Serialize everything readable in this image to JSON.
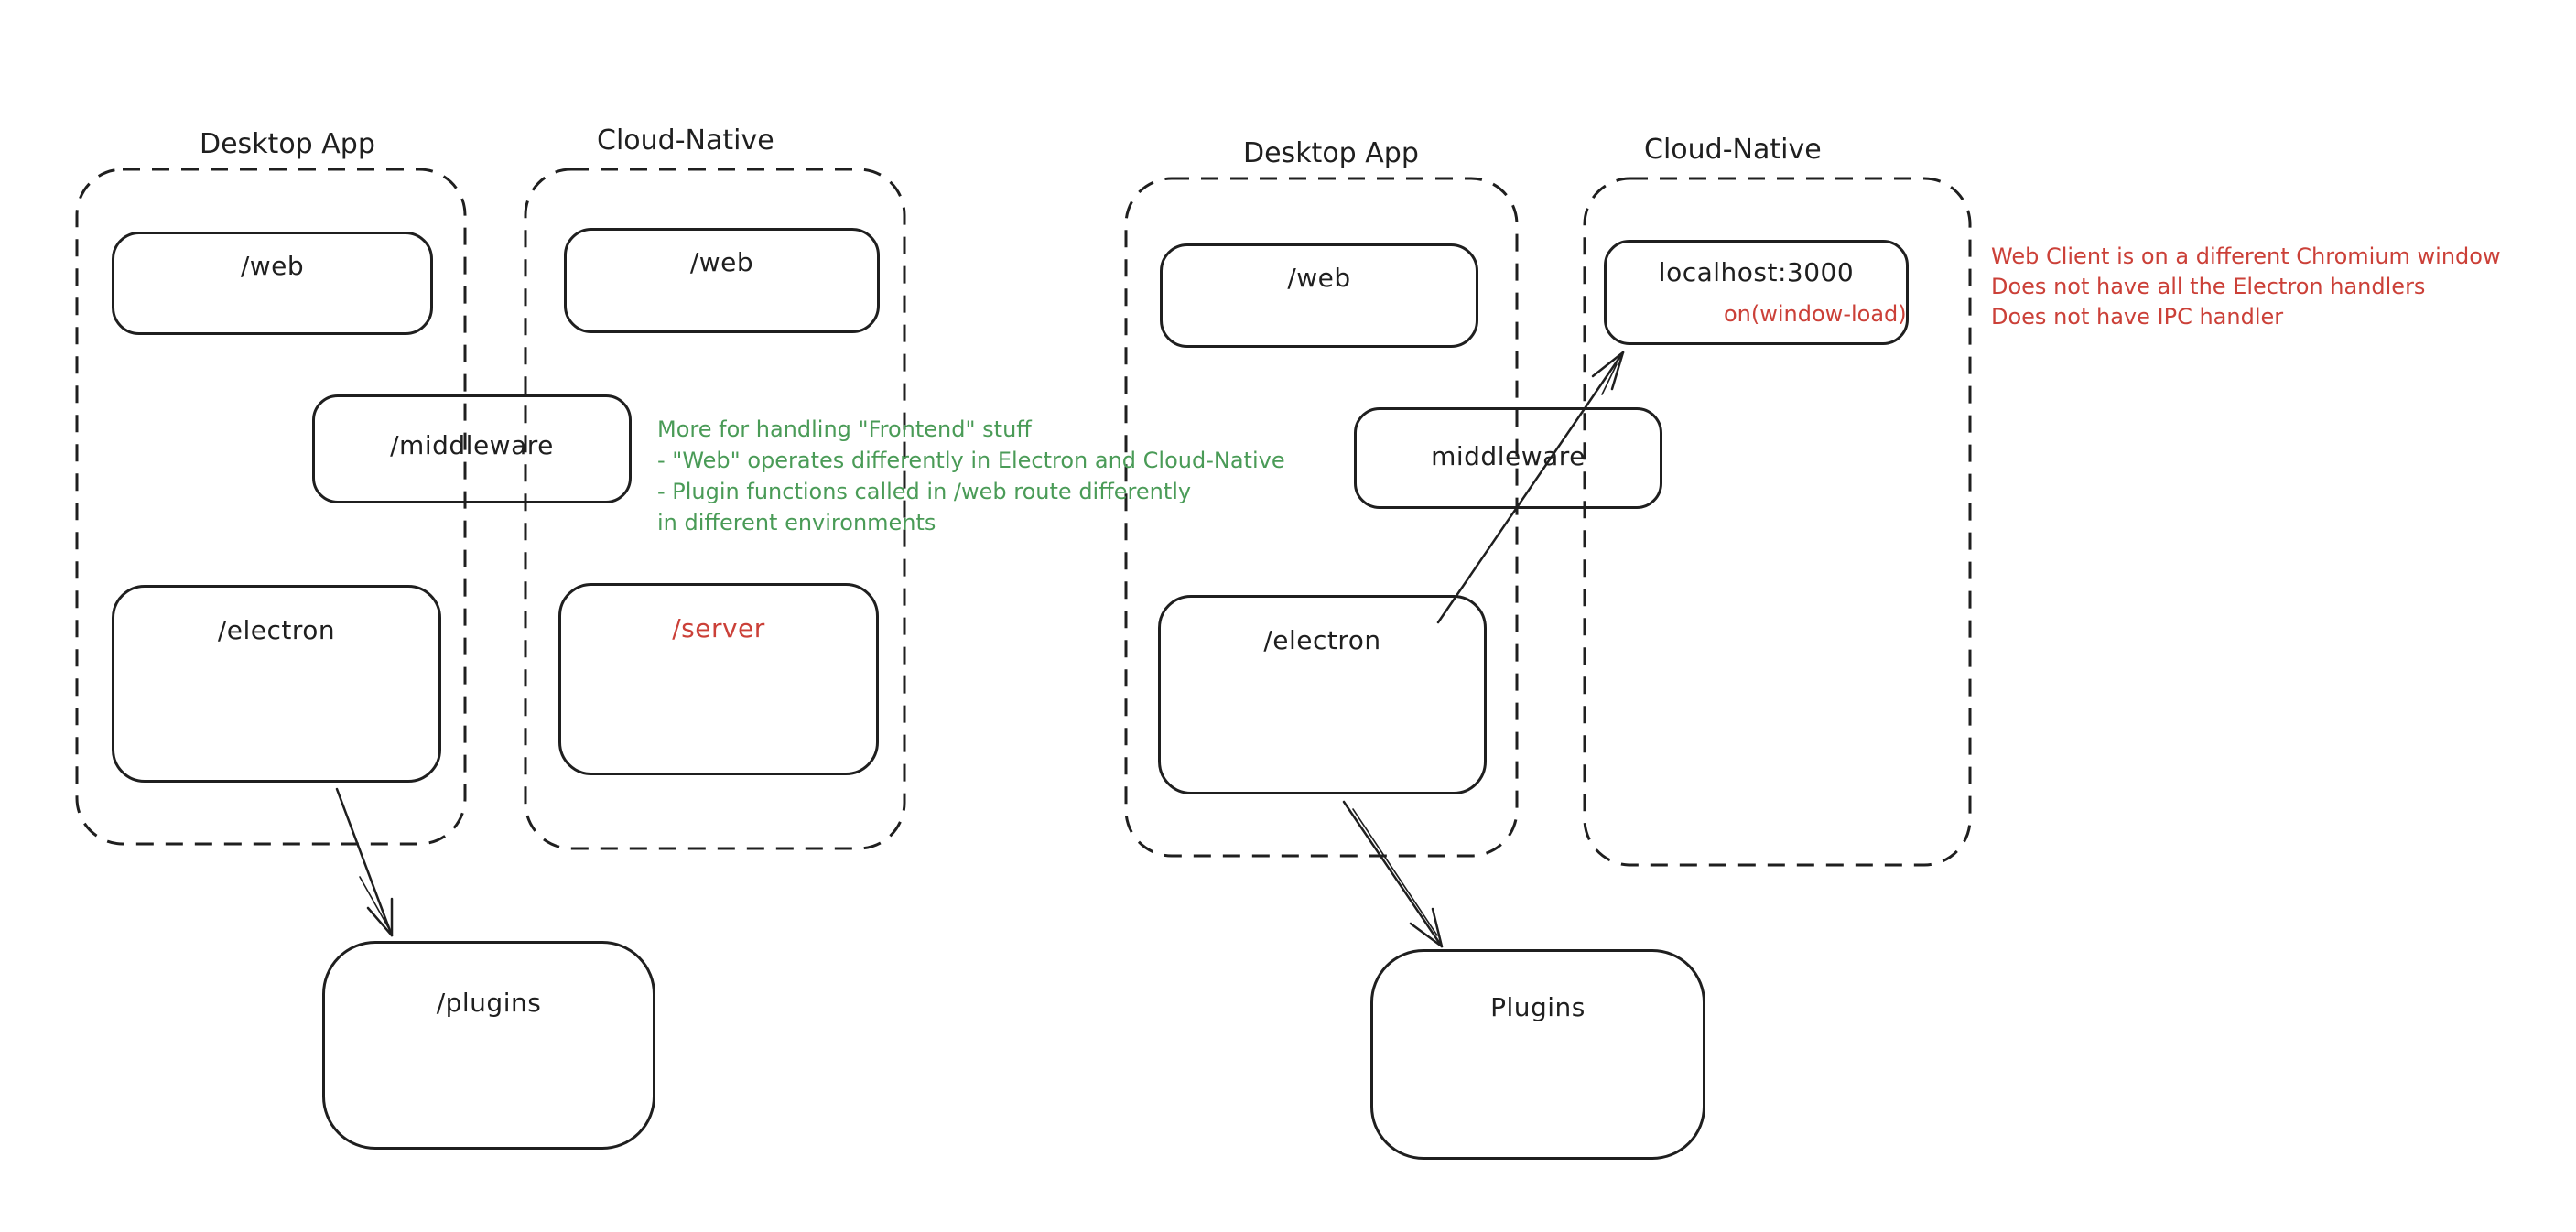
{
  "colors": {
    "background": "#ffffff",
    "stroke": "#1f1f1f",
    "red": "#cb4038",
    "green": "#4a9b57"
  },
  "left": {
    "desktop_title": "Desktop App",
    "cloud_title": "Cloud-Native",
    "web_desktop_label": "/web",
    "web_cloud_label": "/web",
    "middleware_label": "/middleware",
    "electron_label": "/electron",
    "server_label": "/server",
    "plugins_label": "/plugins",
    "green_note_lines": [
      "More for handling \"Frontend\" stuff",
      "- \"Web\" operates differently in Electron and Cloud-Native",
      "- Plugin functions called in /web route differently",
      "in different environments"
    ]
  },
  "right": {
    "desktop_title": "Desktop App",
    "cloud_title": "Cloud-Native",
    "web_label": "/web",
    "localhost_label": "localhost:3000",
    "localhost_event_label": "on(window-load)",
    "middleware_label": "middleware",
    "electron_label": "/electron",
    "plugins_label": "Plugins",
    "red_note_lines": [
      "Web Client is on a different Chromium window",
      "Does not have all the Electron handlers",
      "Does not have IPC handler"
    ]
  }
}
